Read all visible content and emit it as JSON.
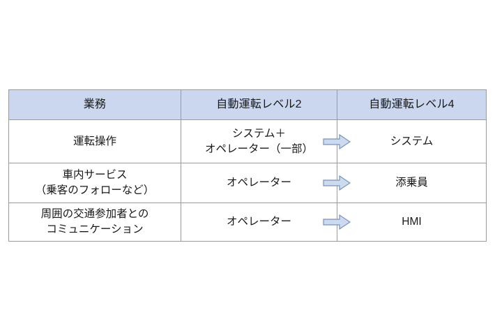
{
  "table": {
    "name": "automated-driving-level-comparison",
    "headers": [
      {
        "id": "task",
        "label": "業務"
      },
      {
        "id": "level2",
        "label": "自動運転レベル2"
      },
      {
        "id": "level4",
        "label": "自動運転レベル4"
      }
    ],
    "rows": [
      {
        "id": "driving-operation",
        "task": {
          "lines": [
            "運転操作"
          ]
        },
        "level2": {
          "lines": [
            "システム＋",
            "オペレーター（一部）"
          ]
        },
        "level4": {
          "lines": [
            "システム"
          ],
          "highlight": false
        },
        "arrow": {
          "icon": "right-block-arrow-icon"
        }
      },
      {
        "id": "in-vehicle-service",
        "task": {
          "lines": [
            "車内サービス",
            "（乗客のフォローなど）"
          ]
        },
        "level2": {
          "lines": [
            "オペレーター"
          ]
        },
        "level4": {
          "lines": [
            "添乗員"
          ],
          "highlight": false
        },
        "arrow": {
          "icon": "right-block-arrow-icon"
        }
      },
      {
        "id": "communication-with-traffic-participants",
        "task": {
          "lines": [
            "周囲の交通参加者との",
            "コミュニケーション"
          ]
        },
        "level2": {
          "lines": [
            "オペレーター"
          ]
        },
        "level4": {
          "lines": [
            "HMI"
          ],
          "highlight": true
        },
        "arrow": {
          "icon": "right-block-arrow-icon"
        }
      }
    ]
  },
  "colors": {
    "header_fill": "#cad7ef",
    "highlight_fill": "#ffff00",
    "border": "#9a9a9a",
    "arrow_fill": "#ccd9ef",
    "arrow_stroke": "#7a93b8",
    "text": "#181818",
    "page_background": "#ffffff"
  }
}
